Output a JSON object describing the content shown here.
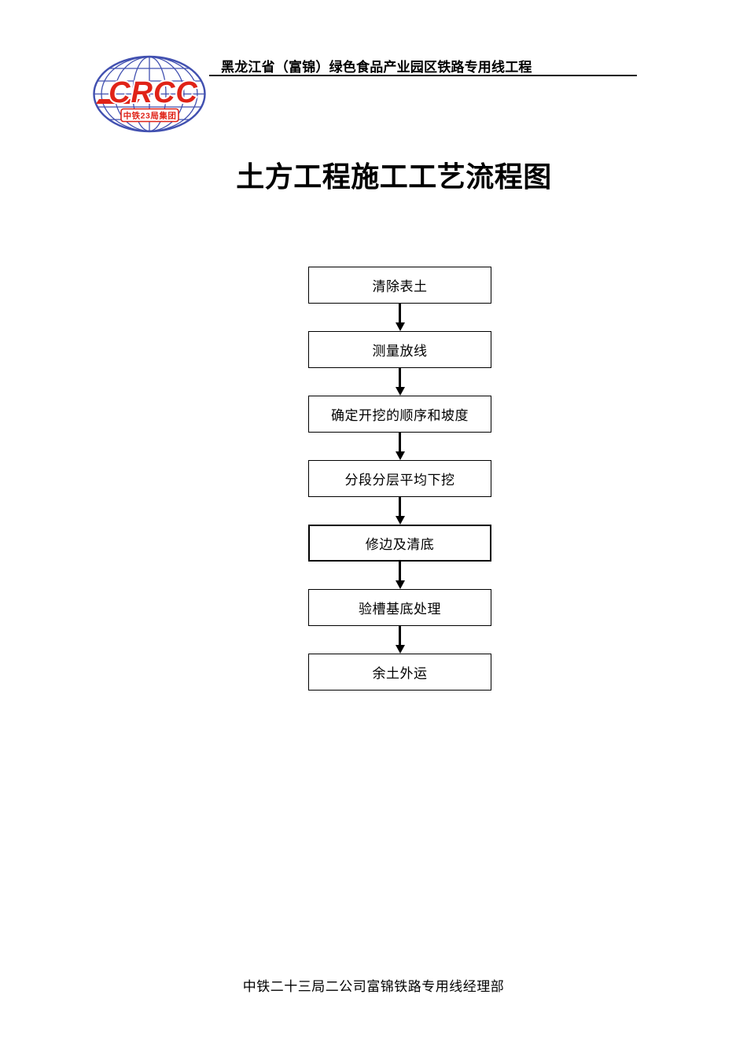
{
  "header": {
    "project_name": "黑龙江省（富锦）绿色食品产业园区铁路专用线工程",
    "logo": {
      "acronym": "CRCC",
      "group_name": "中铁23局集团",
      "blue": "#4150b0",
      "red": "#e02318"
    }
  },
  "title": "土方工程施工工艺流程图",
  "flowchart": {
    "steps": [
      {
        "label": "清除表土"
      },
      {
        "label": "测量放线"
      },
      {
        "label": "确定开挖的顺序和坡度"
      },
      {
        "label": "分段分层平均下挖"
      },
      {
        "label": "修边及清底",
        "bold_border": true
      },
      {
        "label": "验槽基底处理"
      },
      {
        "label": "余土外运"
      }
    ]
  },
  "footer": {
    "department": "中铁二十三局二公司富锦铁路专用线经理部"
  }
}
